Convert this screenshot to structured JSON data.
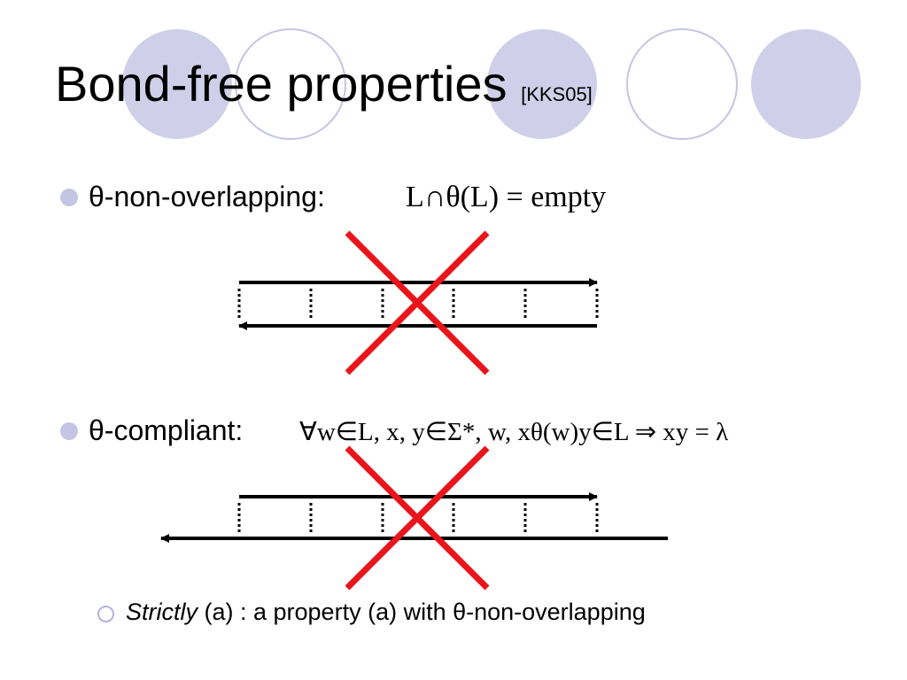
{
  "title": {
    "main": "Bond-free properties",
    "ref": "[KKS05]"
  },
  "bullets": [
    {
      "label": "θ-non-overlapping:",
      "formula": "L∩θ(L) = empty"
    },
    {
      "label": "θ-compliant:",
      "formula": "∀w∈L, x, y∈Σ*, w, xθ(w)y∈L ⇒ xy = λ"
    }
  ],
  "sub_bullet": {
    "italic": "Strictly",
    "rest": " (a) : a property (a) with θ-non-overlapping"
  },
  "colors": {
    "circle_fill": "#cfcfe9",
    "circle_outline": "#c5c5e3",
    "bullet": "#c4c4e4",
    "cross": "#e8161c",
    "line": "#000000"
  }
}
